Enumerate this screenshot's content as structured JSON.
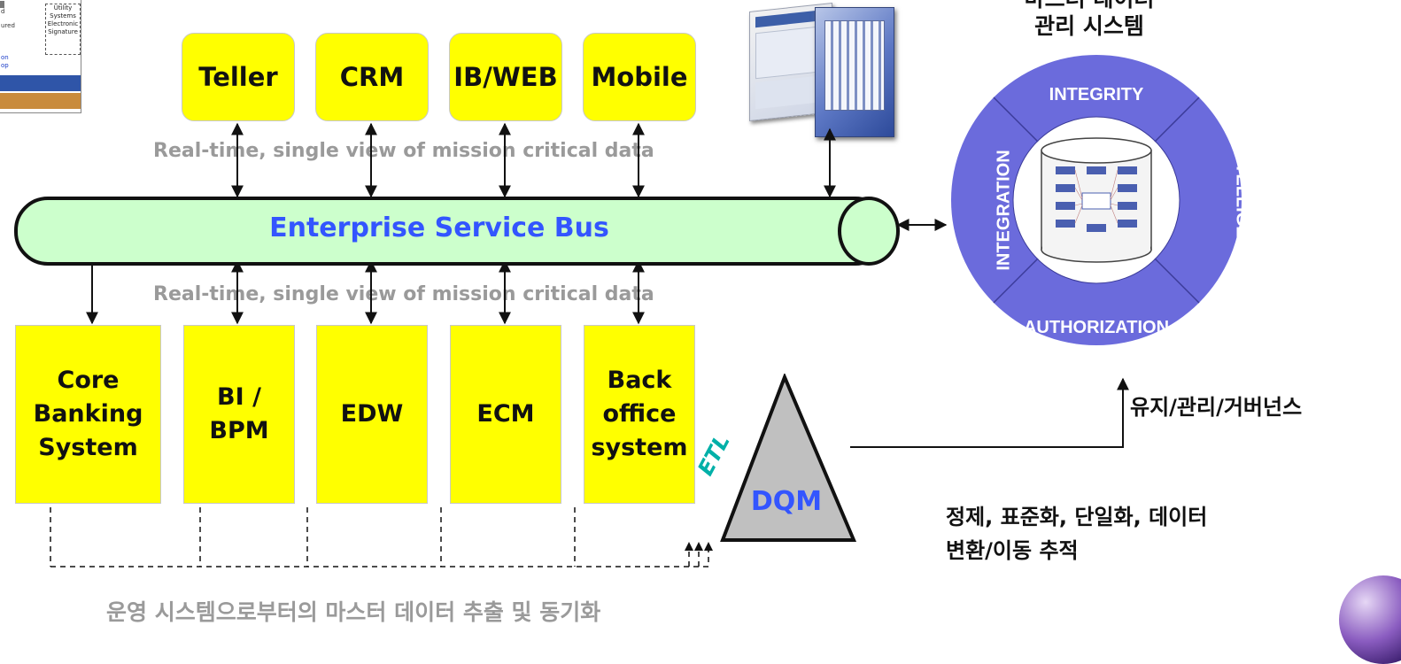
{
  "legacy_thumbnail": {
    "label": "Utility\nSystems\nElectronic\nSignature",
    "fragments": [
      "d",
      "ured",
      "on",
      "op"
    ]
  },
  "channels": [
    "Teller",
    "CRM",
    "IB/WEB",
    "Mobile"
  ],
  "caption_upper": "Real-time, single view of mission critical data",
  "caption_lower": "Real-time, single view of mission critical data",
  "esb_label": "Enterprise Service Bus",
  "systems": [
    "Core\nBanking\nSystem",
    "BI / BPM",
    "EDW",
    "ECM",
    "Back\noffice\nsystem"
  ],
  "mdm": {
    "title": "마스터 데이터\n관리 시스템",
    "quadrants": {
      "top": "INTEGRITY",
      "left": "INTEGRATION",
      "right": "INTELLIGENCE",
      "bottom": "AUTHORIZATION"
    }
  },
  "governance_label": "유지/관리/거버넌스",
  "etl_label": "ETL",
  "dqm_label": "DQM",
  "dqm_description": "정제, 표준화, 단일화, 데이터\n변환/이동 추적",
  "bottom_caption": "운영 시스템으로부터의 마스터 데이터 추출 및 동기화",
  "colors": {
    "box_yellow": "#ffff00",
    "esb_fill": "#ccffcc",
    "esb_text": "#3355ff",
    "ring_blue": "#6b6bdc",
    "dqm_fill": "#c0c0c0",
    "etl_teal": "#00b0a8",
    "caption_gray": "#9a9a9a"
  }
}
